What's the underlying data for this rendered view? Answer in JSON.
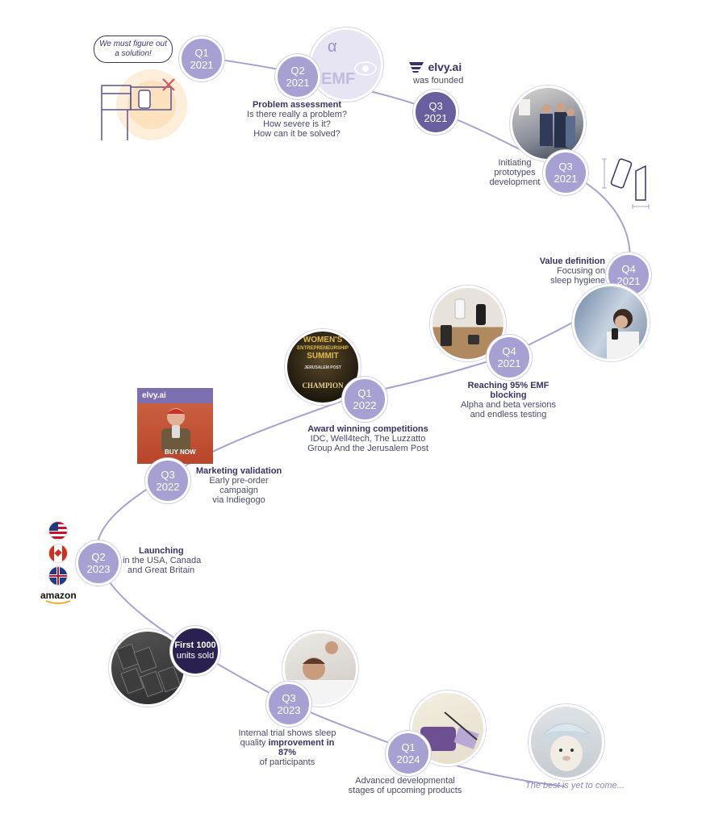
{
  "speech_bubble": "We must figure out a solution!",
  "brand": {
    "name": "elvy.ai",
    "founded": "was founded"
  },
  "emf_mark": "EMF",
  "alpha_mark": "α",
  "milestones": [
    {
      "id": "q1-2021",
      "quarter": "Q1",
      "year": "2021"
    },
    {
      "id": "q2-2021",
      "quarter": "Q2",
      "year": "2021",
      "title": "Problem assessment",
      "lines": [
        "Is there really a problem?",
        "How severe is it?",
        "How can it be solved?"
      ]
    },
    {
      "id": "q3-2021a",
      "quarter": "Q3",
      "year": "2021"
    },
    {
      "id": "q3-2021b",
      "quarter": "Q3",
      "year": "2021",
      "lines": [
        "Initiating",
        "prototypes",
        "development"
      ]
    },
    {
      "id": "q4-2021a",
      "quarter": "Q4",
      "year": "2021",
      "title": "Value definition",
      "lines": [
        "Focusing on",
        "sleep hygiene"
      ]
    },
    {
      "id": "q4-2021b",
      "quarter": "Q4",
      "year": "2021",
      "title": "Reaching 95% EMF blocking",
      "lines": [
        "Alpha and beta versions",
        "and endless testing"
      ]
    },
    {
      "id": "q1-2022",
      "quarter": "Q1",
      "year": "2022",
      "title": "Award winning competitions",
      "lines": [
        "IDC, Well4tech, The Luzzatto",
        "Group And the Jerusalem Post"
      ]
    },
    {
      "id": "q3-2022",
      "quarter": "Q3",
      "year": "2022",
      "title": "Marketing validation",
      "lines": [
        "Early pre-order campaign",
        "via Indiegogo"
      ]
    },
    {
      "id": "q2-2023",
      "quarter": "Q2",
      "year": "2023",
      "title": "Launching",
      "lines": [
        "in the USA, Canada",
        "and Great Britain"
      ]
    },
    {
      "id": "first-1000",
      "line1": "First 1000",
      "line2": "units sold"
    },
    {
      "id": "q3-2023",
      "quarter": "Q3",
      "year": "2023",
      "lines": [
        "Internal trial shows sleep"
      ],
      "line2_prefix": "quality ",
      "line2_bold": "improvement in 87%",
      "line3": "of participants"
    },
    {
      "id": "q1-2024",
      "quarter": "Q1",
      "year": "2024",
      "lines": [
        "Advanced developmental",
        "stages of upcoming products"
      ]
    }
  ],
  "closing": "The best is yet to come...",
  "summit_poster": {
    "line1": "WOMEN'S",
    "line2": "ENTREPRENEURSHIP",
    "line3": "SUMMIT",
    "champion": "CHAMPION",
    "sub": "JERUSALEM POST"
  },
  "indiegogo_card": {
    "brand": "elvy.ai",
    "cta": "BUY NOW"
  },
  "retailer": "amazon",
  "colors": {
    "accent": "#a7a0d2",
    "dark": "#6a5f9e",
    "navy": "#2a2150",
    "text": "#4a4a6a"
  }
}
